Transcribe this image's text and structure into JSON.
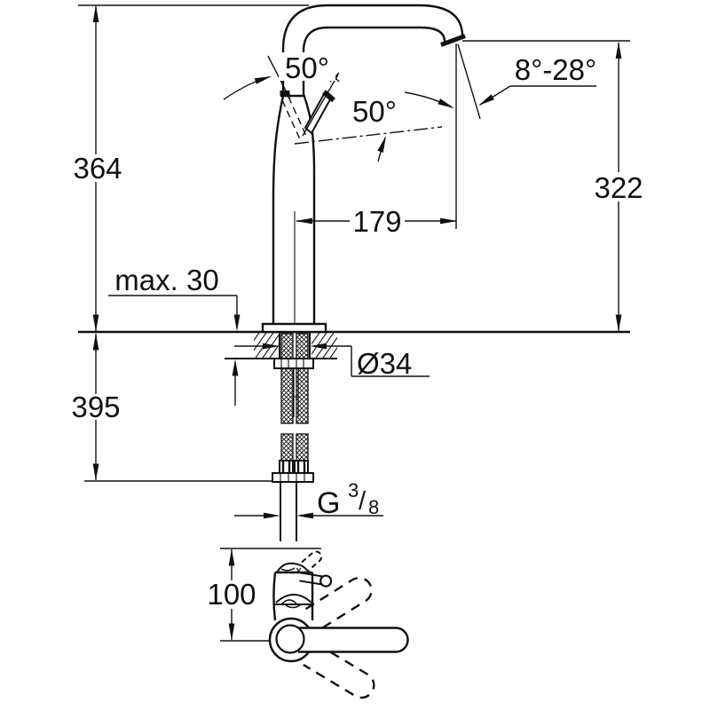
{
  "labels": {
    "total_height": "364",
    "spout_outlet_height": "322",
    "spout_projection": "179",
    "lever_angle": "50°",
    "lever_swing_angle": "50°",
    "spray_angle_range": "8°-28°",
    "max_counter_thickness": "max. 30",
    "hole_diameter": "Ø34",
    "supply_hose_length": "395",
    "handle_clearance_height": "100",
    "thread": {
      "prefix": "G",
      "numerator": "3",
      "slash": "/",
      "denominator": "8"
    }
  },
  "colors": {
    "line": "#111111",
    "background": "#ffffff"
  }
}
